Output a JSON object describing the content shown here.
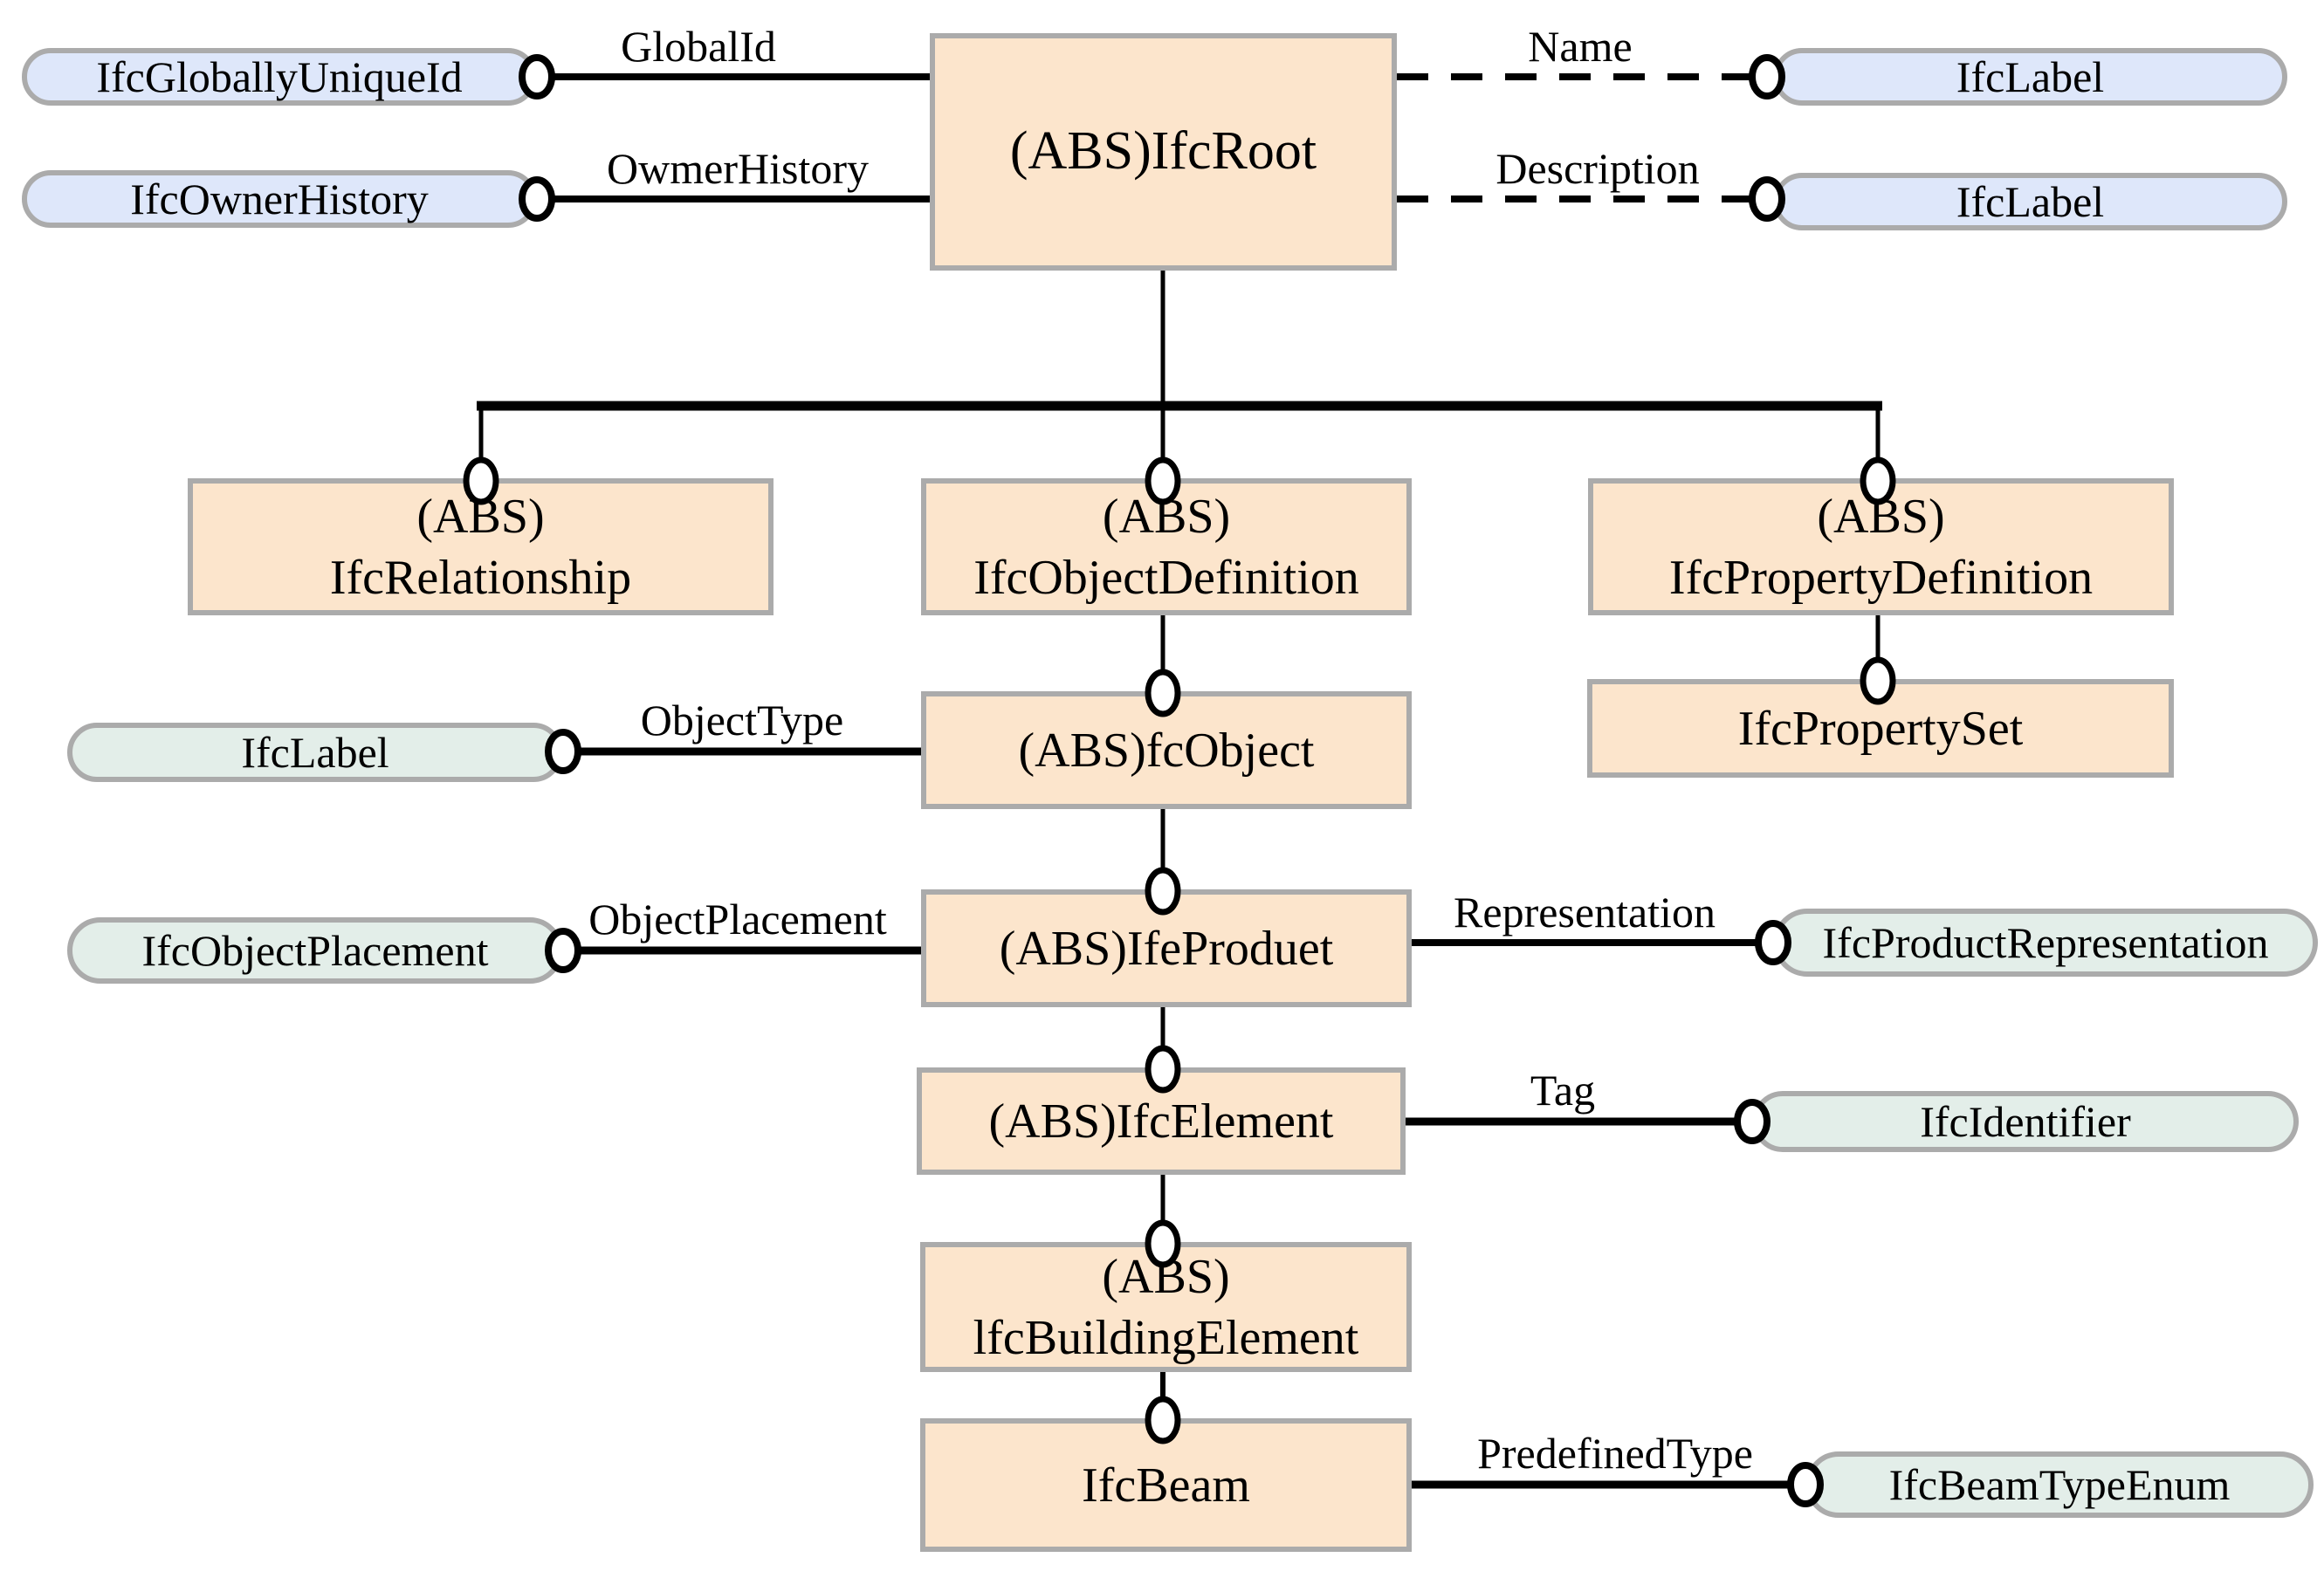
{
  "nodes": {
    "ifc_root": {
      "label": "(ABS)IfcRoot"
    },
    "ifc_relationship": {
      "label": "(ABS)\nIfcRelationship"
    },
    "ifc_object_definition": {
      "label": "(ABS)\nIfcObjectDefinition"
    },
    "ifc_property_definition": {
      "label": "(ABS)\nIfcPropertyDefinition"
    },
    "ifc_property_set": {
      "label": "IfcPropertySet"
    },
    "ifc_object": {
      "label": "(ABS)fcObject"
    },
    "ifc_product": {
      "label": "(ABS)IfeProduet"
    },
    "ifc_element": {
      "label": "(ABS)IfcElement"
    },
    "ifc_building_element": {
      "label": "(ABS)\nlfcBuildingElement"
    },
    "ifc_beam": {
      "label": "IfcBeam"
    }
  },
  "type_pills": {
    "globally_unique_id": {
      "label": "IfcGloballyUniqueId"
    },
    "owner_history": {
      "label": "IfcOwnerHistory"
    },
    "label_name": {
      "label": "IfcLabel"
    },
    "label_description": {
      "label": "IfcLabel"
    },
    "label_object_type": {
      "label": "IfcLabel"
    },
    "object_placement": {
      "label": "IfcObjectPlacement"
    },
    "product_representation": {
      "label": "IfcProductRepresentation"
    },
    "identifier": {
      "label": "IfcIdentifier"
    },
    "beam_type_enum": {
      "label": "IfcBeamTypeEnum"
    }
  },
  "attribute_labels": {
    "global_id": "GlobalId",
    "owner_history": "OwmerHistory",
    "name": "Name",
    "description": "Description",
    "object_type": "ObjectType",
    "object_placement": "ObjectPlacement",
    "representation": "Representation",
    "tag": "Tag",
    "predefined_type": "PredefinedType"
  },
  "colors": {
    "entity-fill": "#fce5cc",
    "blue-pill-fill": "#dee7fa",
    "green-pill-fill": "#e3eee9",
    "node-border": "#ababab",
    "line-color": "#000000"
  }
}
